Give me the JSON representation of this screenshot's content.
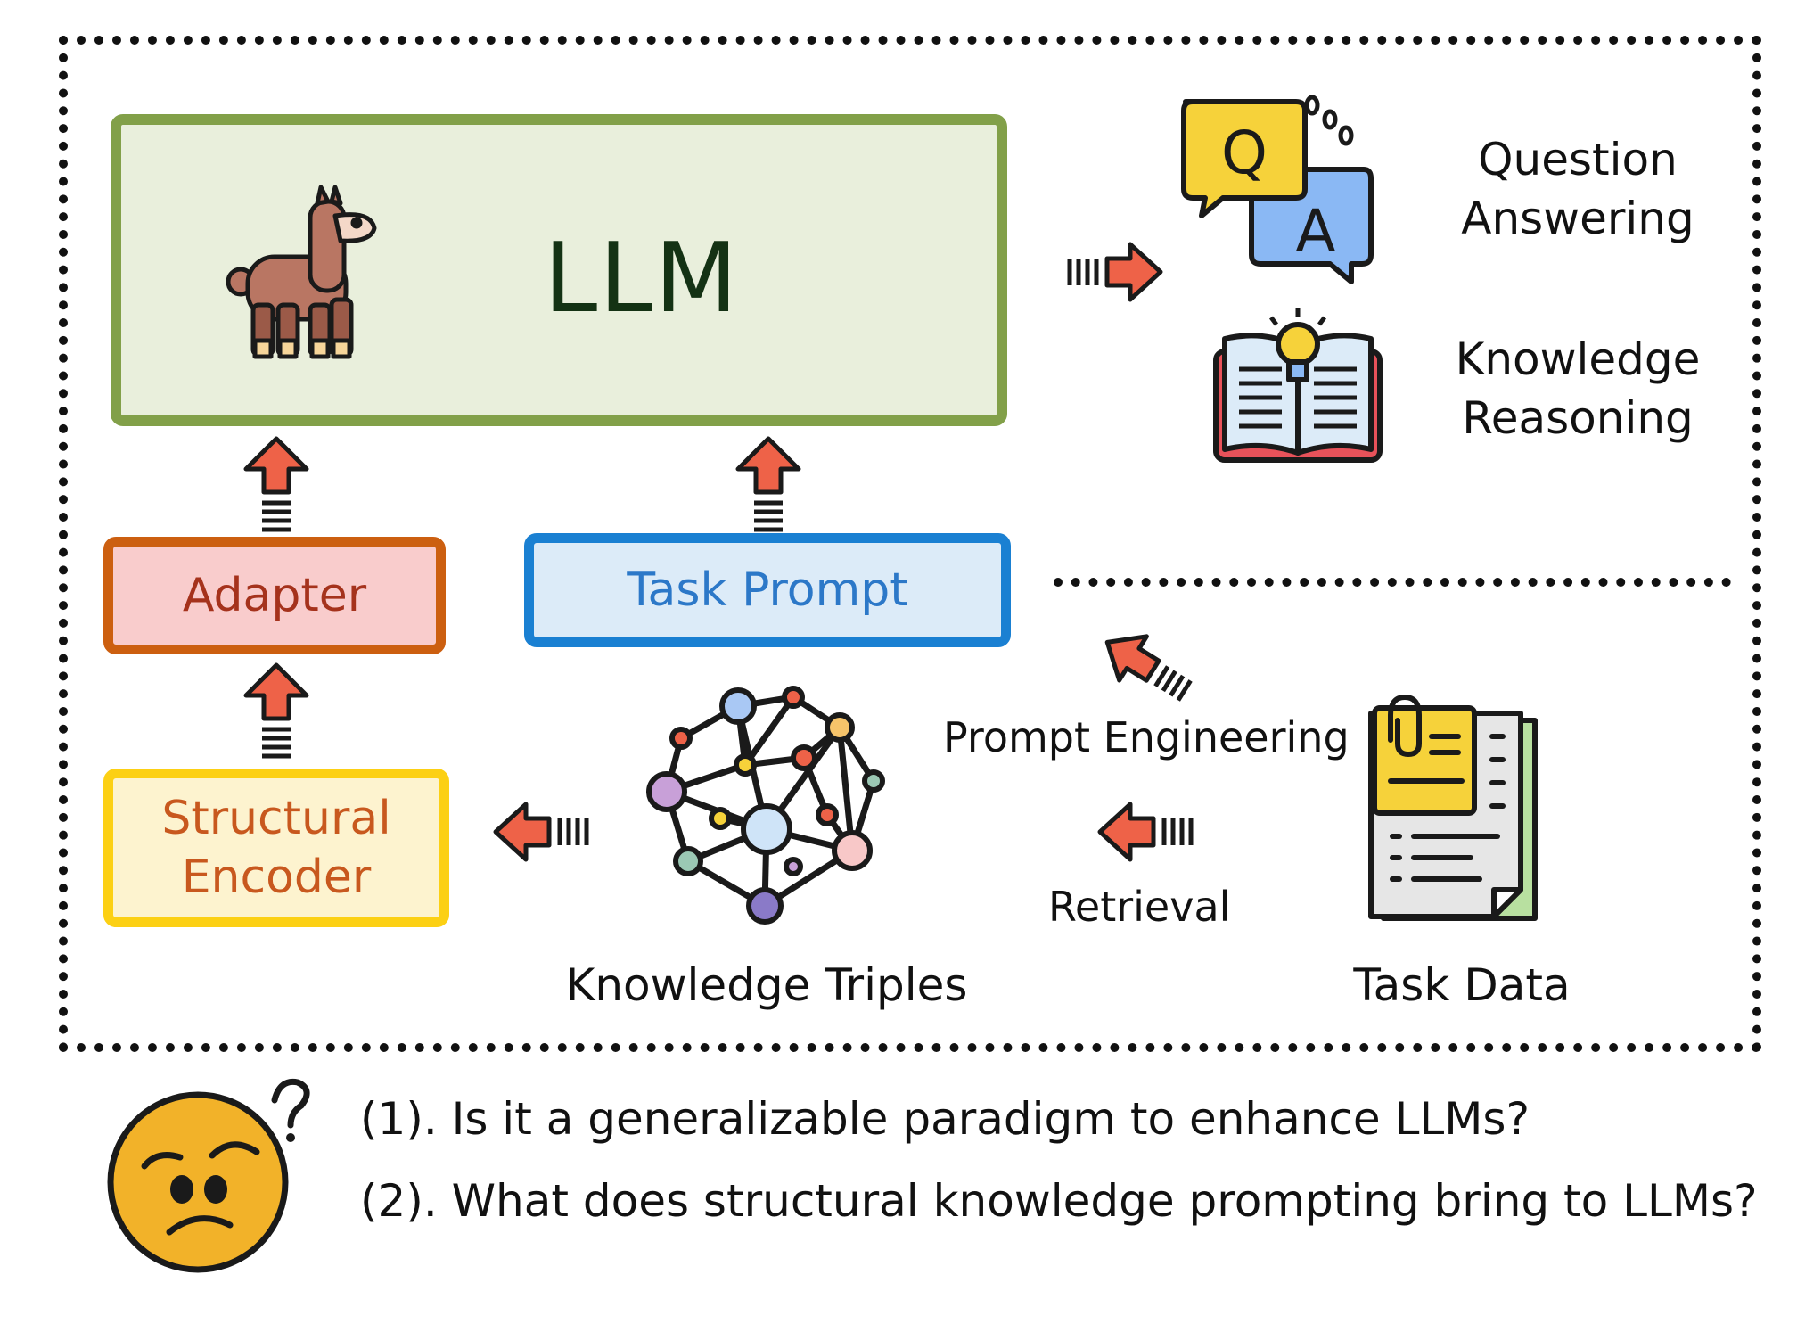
{
  "llm": {
    "label": "LLM"
  },
  "boxes": {
    "adapter": "Adapter",
    "task_prompt": "Task Prompt",
    "encoder_line1": "Structural",
    "encoder_line2": "Encoder"
  },
  "outputs": {
    "qa_line1": "Question",
    "qa_line2": "Answering",
    "kr_line1": "Knowledge",
    "kr_line2": "Reasoning",
    "qa_icon_q": "Q",
    "qa_icon_a": "A"
  },
  "inputs": {
    "knowledge_triples": "Knowledge Triples",
    "task_data": "Task Data",
    "prompt_engineering": "Prompt Engineering",
    "retrieval": "Retrieval"
  },
  "questions": {
    "q1": "(1). Is it a generalizable paradigm to enhance LLMs?",
    "q2": "(2). What does structural knowledge prompting bring to LLMs?"
  },
  "icons": [
    "llama-icon",
    "qa-bubbles-icon",
    "book-bulb-icon",
    "knowledge-graph-icon",
    "document-icon",
    "confused-face-icon"
  ],
  "colors": {
    "llm_fill": "#e9efdc",
    "llm_border": "#82a049",
    "adapter_fill": "#f9cccc",
    "adapter_border": "#cc5f10",
    "prompt_fill": "#dcebf8",
    "prompt_border": "#1a80d2",
    "encoder_fill": "#fdf3cf",
    "encoder_border": "#fcd014",
    "arrow": "#ee6248"
  }
}
